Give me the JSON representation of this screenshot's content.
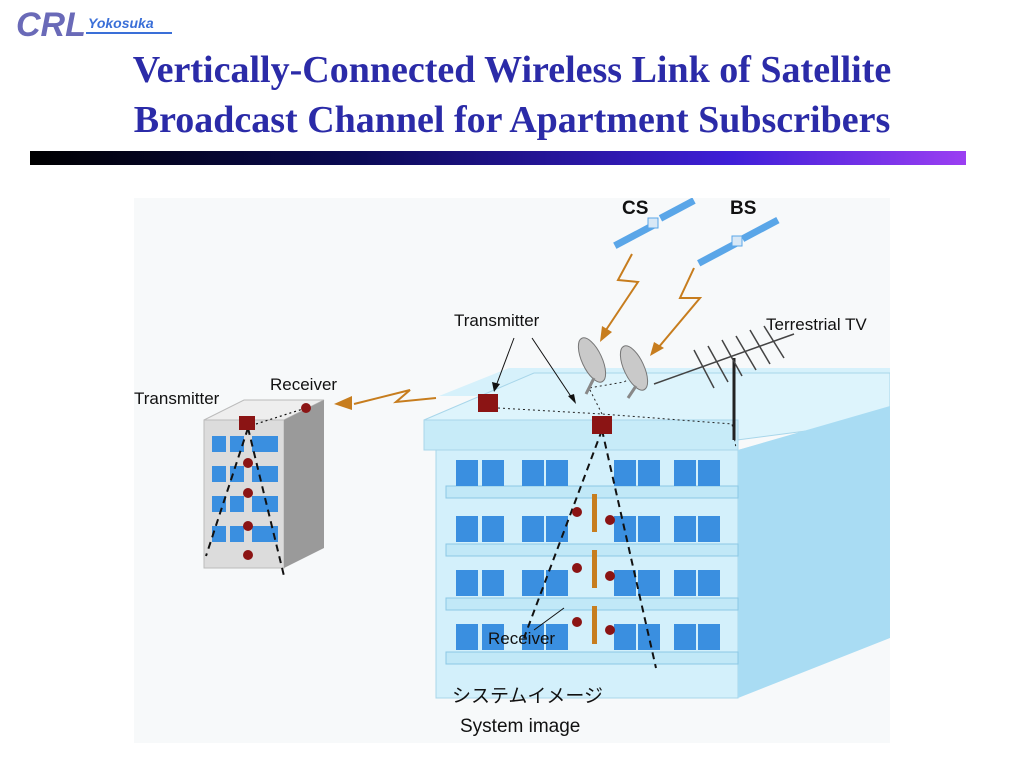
{
  "logo": {
    "text": "CRL",
    "sub": "Yokosuka"
  },
  "title": {
    "line1": "Vertically-Connected Wireless Link of Satellite",
    "line2": "Broadcast Channel for Apartment Subscribers"
  },
  "diagram": {
    "labels": {
      "cs": "CS",
      "bs": "BS",
      "terrestrial_tv": "Terrestrial TV",
      "transmitter_top": "Transmitter",
      "transmitter_left": "Transmitter",
      "receiver_left": "Receiver",
      "receiver_bottom": "Receiver",
      "caption_jp": "システムイメージ",
      "caption_en": "System image"
    }
  },
  "colors": {
    "title": "#2b2ba8",
    "building_light": "#cdeefa",
    "building_mid": "#a9dcf3",
    "window": "#3a8fe0",
    "device": "#8b1414",
    "signal": "#c77d1e"
  }
}
